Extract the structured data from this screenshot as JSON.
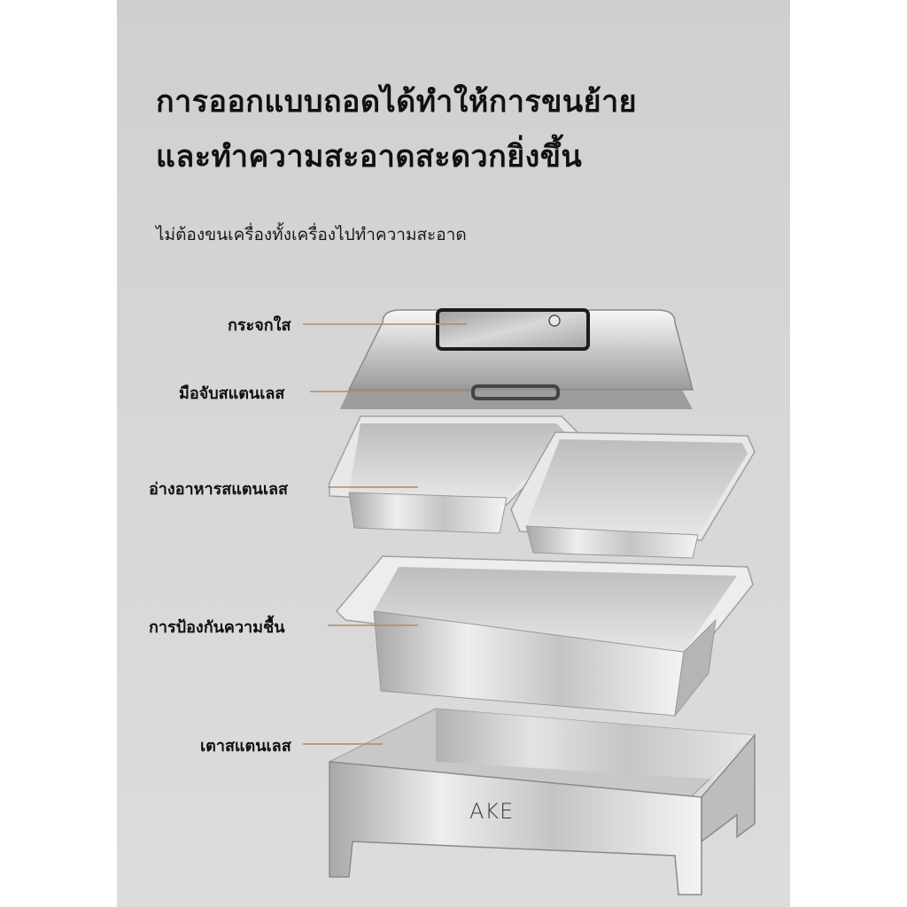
{
  "headline": {
    "line1": "การออกแบบถอดได้ทำให้การขนย้าย",
    "line2": "และทำความสะอาดสะดวกยิ่งขึ้น"
  },
  "subline": "ไม่ต้องขนเครื่องทั้งเครื่องไปทำความสะอาด",
  "parts": [
    {
      "label": "กระจกใส"
    },
    {
      "label": "มือจับสแตนเลส"
    },
    {
      "label": "อ่างอาหารสแตนเลส"
    },
    {
      "label": "การป้องกันความชื้น"
    },
    {
      "label": "เตาสแตนเลส"
    }
  ],
  "brand": "AKE",
  "colors": {
    "background": "#d4d4d4",
    "steel_light": "#f2f2f2",
    "steel_dark": "#8c8c8c",
    "leader_line": "#b08a6a"
  }
}
